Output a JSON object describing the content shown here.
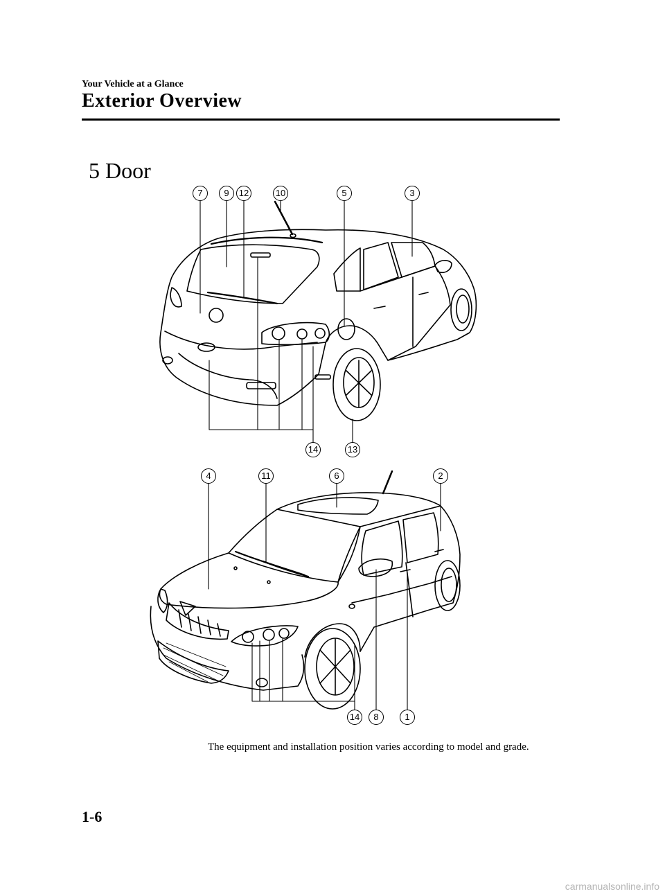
{
  "header": {
    "section": "Your Vehicle at a Glance",
    "title": "Exterior Overview"
  },
  "body_type": "5 Door",
  "rear_view": {
    "callouts_top": [
      "7",
      "9",
      "12",
      "10",
      "5",
      "3"
    ],
    "callouts_bottom": [
      "14",
      "13"
    ]
  },
  "front_view": {
    "callouts_top": [
      "4",
      "11",
      "6",
      "2"
    ],
    "callouts_bottom": [
      "14",
      "8",
      "1"
    ]
  },
  "caption": "The equipment and installation position varies according to model and grade.",
  "footer": {
    "page_number": "1-6",
    "watermark": "carmanualsonline.info"
  }
}
